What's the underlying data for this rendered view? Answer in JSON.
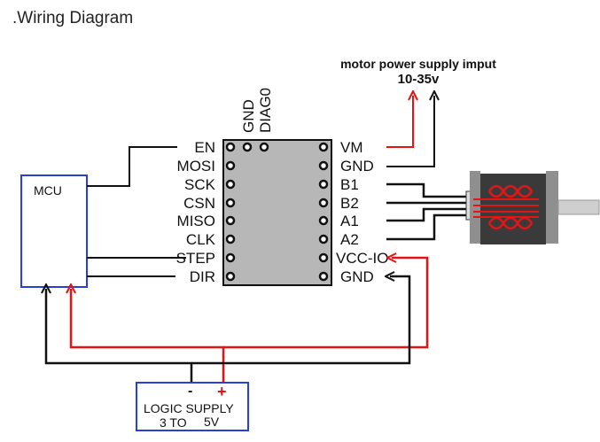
{
  "title": ".Wiring Diagram",
  "power_label": {
    "line1": "motor power supply imput",
    "line2": "10-35v"
  },
  "mcu_label": "MCU",
  "top_pins": [
    "GND",
    "DIAG0"
  ],
  "left_pins": [
    "EN",
    "MOSI",
    "SCK",
    "CSN",
    "MISO",
    "CLK",
    "STEP",
    "DIR"
  ],
  "right_pins": [
    "VM",
    "GND",
    "B1",
    "B2",
    "A1",
    "A2",
    "VCC-IO",
    "GND"
  ],
  "logic_supply": {
    "minus": "-",
    "plus": "+",
    "line1": "LOGIC SUPPLY",
    "line2a": "3 TO",
    "line2b": "5V"
  },
  "colors": {
    "power": "#e01515",
    "ground": "#111111",
    "mcu_border": "#2a3fd6",
    "chip": "#b7b7b7"
  }
}
